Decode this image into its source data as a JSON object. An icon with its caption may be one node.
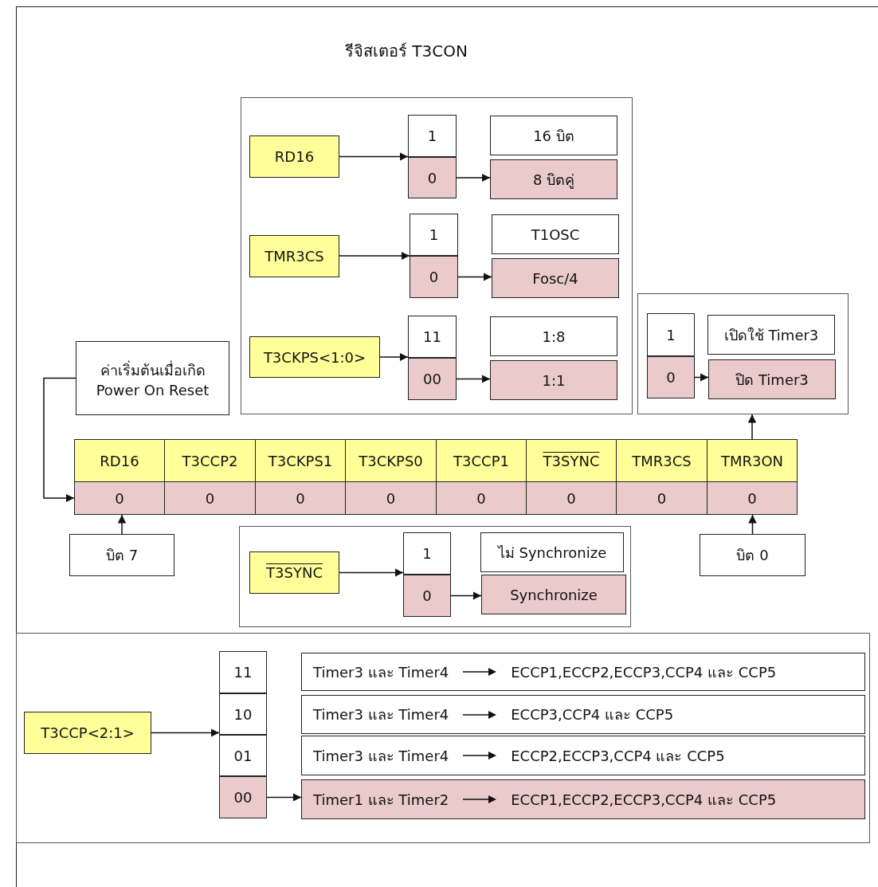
{
  "diagram": {
    "title": "รีจิสเตอร์ T3CON",
    "nodes": [
      {
        "text": [],
        "shape": "box"
      },
      {
        "text": [
          "RD16"
        ],
        "in": 0
      },
      {
        "text": [
          "1"
        ],
        "in": 0
      },
      {
        "text": [
          "0"
        ],
        "in": 0
      },
      {
        "text": [
          "16 บิต"
        ],
        "in": 0
      },
      {
        "text": [
          "8 บิตคู่"
        ],
        "in": 0
      },
      {
        "text": [
          "TMR3CS"
        ],
        "in": 0
      },
      {
        "text": [
          "1"
        ],
        "in": 0
      },
      {
        "text": [
          "0"
        ],
        "in": 0
      },
      {
        "text": [
          "T1OSC"
        ],
        "in": 0
      },
      {
        "text": [
          "Fosc/4"
        ],
        "in": 0
      },
      {
        "text": [
          "T3CKPS<1:0>"
        ],
        "in": 0
      },
      {
        "text": [
          "11"
        ],
        "in": 0
      },
      {
        "text": [
          "00"
        ],
        "in": 0
      },
      {
        "text": [
          "1:8"
        ],
        "in": 0
      },
      {
        "text": [
          "1:1"
        ],
        "in": 0
      },
      {
        "text": [],
        "shape": "box"
      },
      {
        "text": [
          "1"
        ],
        "in": 16
      },
      {
        "text": [
          "0"
        ],
        "in": 16
      },
      {
        "text": [
          "เปิดใช้ Timer3"
        ],
        "in": 16
      },
      {
        "text": [
          "ปิด Timer3"
        ],
        "in": 16
      },
      {
        "text": [
          "ค่าเริ่มต้นเมื่อเกิด Power On Reset"
        ]
      },
      {
        "text": [
          "RD16"
        ]
      },
      {
        "text": [
          "T3CCP2"
        ]
      },
      {
        "text": [
          "T3CKPS1"
        ]
      },
      {
        "text": [
          "T3CKPS0"
        ]
      },
      {
        "text": [
          "T3CCP1"
        ]
      },
      {
        "text": [
          "T3SYNC"
        ]
      },
      {
        "text": [
          "TMR3CS"
        ]
      },
      {
        "text": [
          "TMR3ON"
        ]
      },
      {
        "text": [
          "0"
        ]
      },
      {
        "text": [
          "0"
        ]
      },
      {
        "text": [
          "0"
        ]
      },
      {
        "text": [
          "0"
        ]
      },
      {
        "text": [
          "0"
        ]
      },
      {
        "text": [
          "0"
        ]
      },
      {
        "text": [
          "0"
        ]
      },
      {
        "text": [
          "0"
        ]
      },
      {
        "text": [
          "บิต 7"
        ]
      },
      {
        "text": [
          "บิต 0"
        ]
      },
      {
        "text": [],
        "shape": "box"
      },
      {
        "text": [
          "T3SYNC"
        ],
        "in": 40
      },
      {
        "text": [
          "1"
        ],
        "in": 40
      },
      {
        "text": [
          "0"
        ],
        "in": 40
      },
      {
        "text": [
          "ไม่ Synchronize"
        ],
        "in": 40
      },
      {
        "text": [
          "Synchronize"
        ],
        "in": 40
      },
      {
        "text": [],
        "shape": "box"
      },
      {
        "text": [
          "T3CCP<2:1>"
        ],
        "in": 46
      },
      {
        "text": [
          "11"
        ],
        "in": 46
      },
      {
        "text": [
          "10"
        ],
        "in": 46
      },
      {
        "text": [
          "01"
        ],
        "in": 46
      },
      {
        "text": [
          "00"
        ],
        "in": 46
      },
      {
        "text": [
          "Timer3 และ Timer4",
          "ECCP1,ECCP2,ECCP3,CCP4 และ CCP5"
        ],
        "in": 46
      },
      {
        "text": [
          "Timer3 และ Timer4",
          "ECCP3,CCP4 และ CCP5"
        ],
        "in": 46
      },
      {
        "text": [
          "Timer3 และ Timer4",
          "ECCP2,ECCP3,CCP4 และ CCP5"
        ],
        "in": 46
      },
      {
        "text": [
          "Timer1 และ Timer2",
          "ECCP1,ECCP2,ECCP3,CCP4 และ CCP5"
        ],
        "in": 46
      }
    ],
    "edges": [
      {
        "from": 1,
        "to": 2,
        "arrow": "to"
      },
      {
        "from": 3,
        "to": 5,
        "arrow": "to"
      },
      {
        "from": 6,
        "to": 7,
        "arrow": "to"
      },
      {
        "from": 8,
        "to": 10,
        "arrow": "to"
      },
      {
        "from": 11,
        "to": 12,
        "arrow": "to"
      },
      {
        "from": 13,
        "to": 15,
        "arrow": "to"
      },
      {
        "from": 18,
        "to": 20,
        "arrow": "to"
      },
      {
        "from": 29,
        "to": 16,
        "arrow": "to"
      },
      {
        "from": 21,
        "to": 30,
        "arrow": "to"
      },
      {
        "from": 38,
        "to": 30,
        "arrow": "to"
      },
      {
        "from": 39,
        "to": 37,
        "arrow": "to"
      },
      {
        "from": 41,
        "to": 42,
        "arrow": "to"
      },
      {
        "from": 43,
        "to": 45,
        "arrow": "to"
      },
      {
        "from": 47,
        "to": 49,
        "arrow": "to"
      },
      {
        "from": 51,
        "to": 55,
        "arrow": "to"
      }
    ]
  }
}
